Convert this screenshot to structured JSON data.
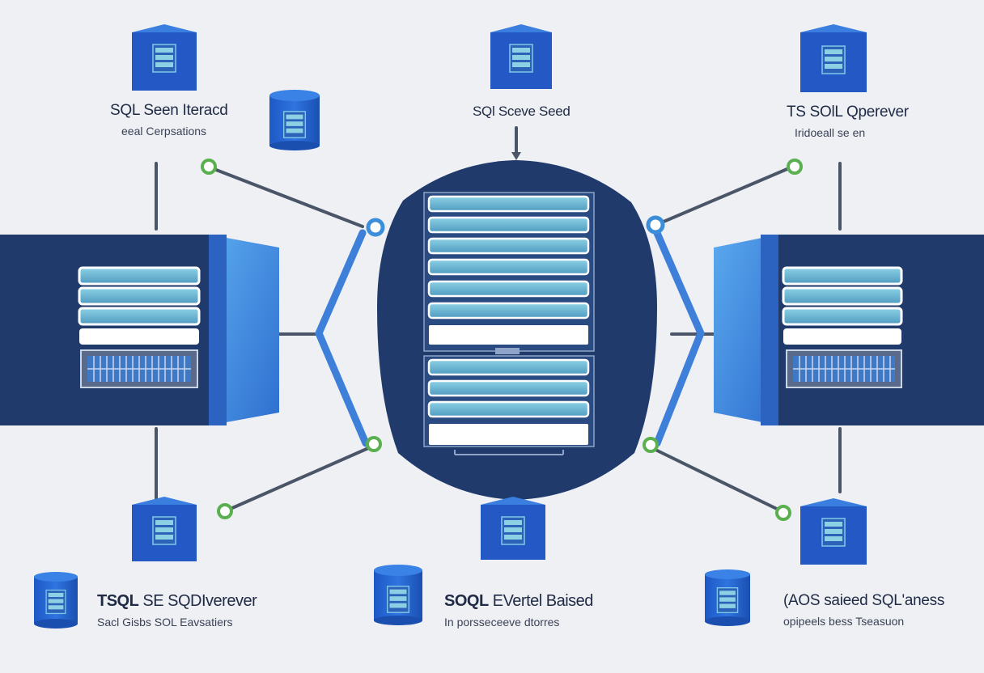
{
  "labels": {
    "top_left": {
      "title": "SQL Seen Iteracd",
      "subtitle": "eeal Cerpsations"
    },
    "top_center": {
      "title": "SQl Sceve Seed"
    },
    "top_right": {
      "title": "TS SOlL Qperever",
      "subtitle": "Iridoeall se en"
    },
    "bottom_left": {
      "title_bold": "TSQL",
      "title_rest": "SE SQDIverever",
      "subtitle": "Sacl Gisbs SOL Eavsatiers"
    },
    "bottom_center": {
      "title_bold": "SOQL",
      "title_rest": "EVertel Baised",
      "subtitle": "In porsseceeve dtorres"
    },
    "bottom_right": {
      "title": "(AOS saieed SQL'aness",
      "subtitle": "opipeels bess Tseasuon"
    }
  },
  "colors": {
    "navy": "#1f3a6b",
    "blue": "#3d7fd9",
    "light_blue": "#56b2ee",
    "row_fill": "#6fb6cf",
    "connector": "#4a5568",
    "node_ring": "#5ab04f"
  }
}
